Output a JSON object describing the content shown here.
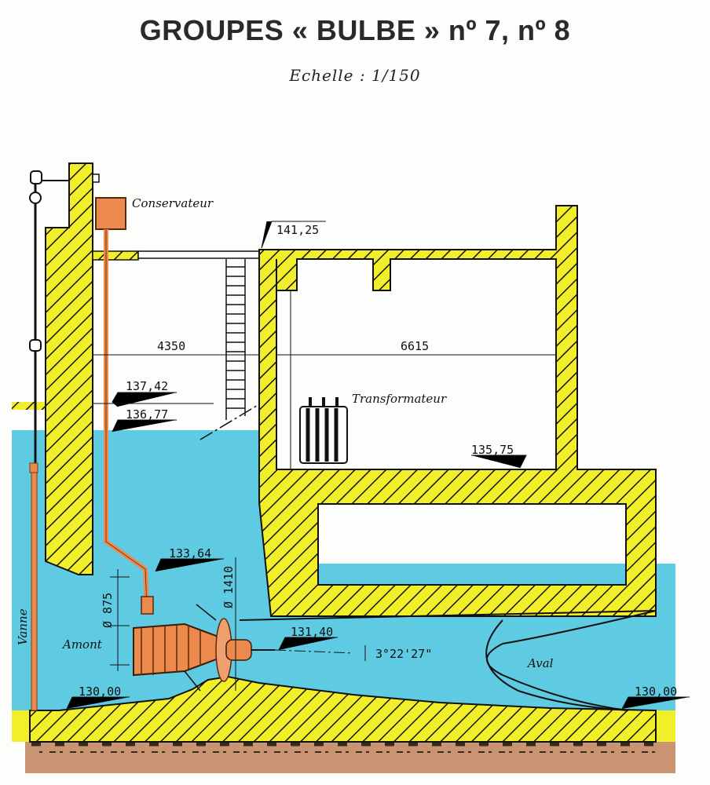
{
  "title": "GROUPES « BULBE » nº 7, nº 8",
  "subtitle": "Echelle : 1/150",
  "labels": {
    "conservateur": "Conservateur",
    "transformateur": "Transformateur",
    "amont": "Amont",
    "aval": "Aval",
    "vanne": "Vanne"
  },
  "levels": {
    "roof": "141,25",
    "l1": "137,42",
    "l2": "136,77",
    "floor": "135,75",
    "l3": "133,64",
    "axis": "131,40",
    "bed_left": "130,00",
    "bed_right": "130,00"
  },
  "dimensions": {
    "width_left": "4350",
    "width_right": "6615",
    "dia_small": "Ø 875",
    "dia_large": "Ø 1410",
    "angle": "3°22'27\""
  },
  "colors": {
    "water": "#5fcbe3",
    "concrete": "#f2ef2a",
    "soil": "#c99471",
    "equipment": "#ec8a4e"
  }
}
